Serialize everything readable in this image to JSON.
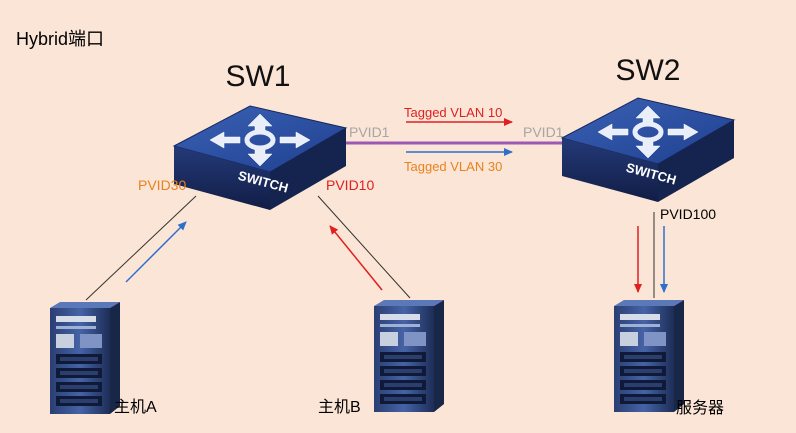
{
  "title": "Hybrid端口",
  "colors": {
    "background": "#fbe5d6",
    "red": "#e02020",
    "blue": "#2e6fc9",
    "orange": "#e8821e",
    "gray": "#a6a6a6",
    "trunk": "#9b59b6"
  },
  "switches": [
    {
      "name": "SW1",
      "face_text": "SWITCH",
      "icon": "switch-icon"
    },
    {
      "name": "SW2",
      "face_text": "SWITCH",
      "icon": "switch-icon"
    }
  ],
  "ports": {
    "sw1_host_a": "PVID30",
    "sw1_host_b": "PVID10",
    "sw1_trunk": "PVID1",
    "sw2_trunk": "PVID1",
    "sw2_server": "PVID100"
  },
  "trunk_labels": {
    "top": "Tagged VLAN 10",
    "bottom": "Tagged VLAN 30"
  },
  "hosts": [
    {
      "name": "主机A",
      "icon": "server-tower-icon"
    },
    {
      "name": "主机B",
      "icon": "server-tower-icon"
    },
    {
      "name": "服务器",
      "icon": "server-tower-icon"
    }
  ]
}
